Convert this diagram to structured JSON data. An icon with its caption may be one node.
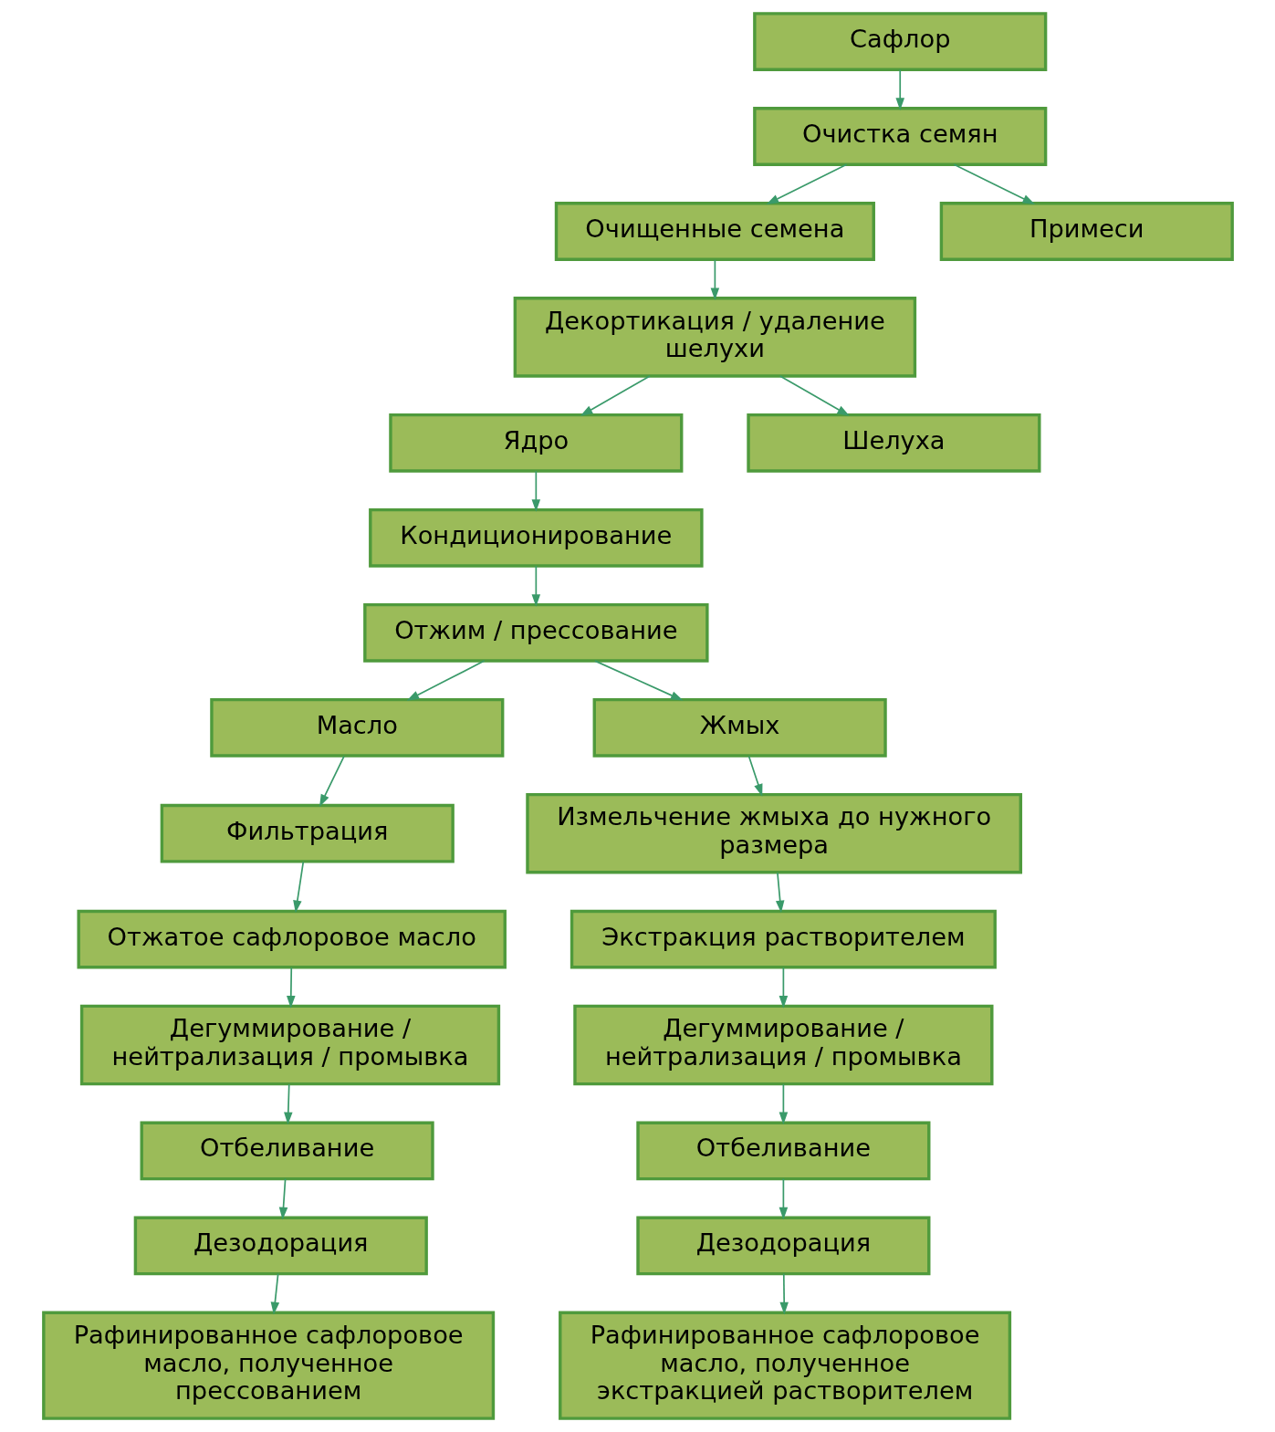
{
  "diagram": {
    "nodes": [
      {
        "text": [
          "Сафлор"
        ]
      },
      {
        "text": [
          "Очистка семян"
        ]
      },
      {
        "text": [
          "Очищенные семена"
        ]
      },
      {
        "text": [
          "Примеси"
        ]
      },
      {
        "text": [
          "Декортикация / удаление шелухи"
        ]
      },
      {
        "text": [
          "Ядро"
        ]
      },
      {
        "text": [
          "Шелуха"
        ]
      },
      {
        "text": [
          "Кондиционирование"
        ]
      },
      {
        "text": [
          "Отжим / прессование"
        ]
      },
      {
        "text": [
          "Масло"
        ]
      },
      {
        "text": [
          "Жмых"
        ]
      },
      {
        "text": [
          "Фильтрация"
        ]
      },
      {
        "text": [
          "Отжатое сафлоровое масло"
        ]
      },
      {
        "text": [
          "Дегуммирование / нейтрализация / промывка"
        ]
      },
      {
        "text": [
          "Отбеливание"
        ]
      },
      {
        "text": [
          "Дезодорация"
        ]
      },
      {
        "text": [
          "Рафинированное сафлоровое масло, полученное прессованием"
        ]
      },
      {
        "text": [
          "Измельчение жмыха до нужного размера"
        ]
      },
      {
        "text": [
          "Экстракция растворителем"
        ]
      },
      {
        "text": [
          "Дегуммирование / нейтрализация / промывка"
        ]
      },
      {
        "text": [
          "Отбеливание"
        ]
      },
      {
        "text": [
          "Дезодорация"
        ]
      },
      {
        "text": [
          "Рафинированное сафлоровое масло, полученное экстракцией растворителем"
        ]
      }
    ],
    "edges": [
      {
        "from": 0,
        "to": 1,
        "arrow": "to"
      },
      {
        "from": 1,
        "to": 2,
        "arrow": "to"
      },
      {
        "from": 1,
        "to": 3,
        "arrow": "to"
      },
      {
        "from": 2,
        "to": 4,
        "arrow": "to"
      },
      {
        "from": 4,
        "to": 5,
        "arrow": "to"
      },
      {
        "from": 4,
        "to": 6,
        "arrow": "to"
      },
      {
        "from": 5,
        "to": 7,
        "arrow": "to"
      },
      {
        "from": 7,
        "to": 8,
        "arrow": "to"
      },
      {
        "from": 8,
        "to": 9,
        "arrow": "to"
      },
      {
        "from": 8,
        "to": 10,
        "arrow": "to"
      },
      {
        "from": 9,
        "to": 11,
        "arrow": "to"
      },
      {
        "from": 11,
        "to": 12,
        "arrow": "to"
      },
      {
        "from": 12,
        "to": 13,
        "arrow": "to"
      },
      {
        "from": 13,
        "to": 14,
        "arrow": "to"
      },
      {
        "from": 14,
        "to": 15,
        "arrow": "to"
      },
      {
        "from": 15,
        "to": 16,
        "arrow": "to"
      },
      {
        "from": 10,
        "to": 17,
        "arrow": "to"
      },
      {
        "from": 17,
        "to": 18,
        "arrow": "to"
      },
      {
        "from": 18,
        "to": 19,
        "arrow": "to"
      },
      {
        "from": 19,
        "to": 20,
        "arrow": "to"
      },
      {
        "from": 20,
        "to": 21,
        "arrow": "to"
      },
      {
        "from": 21,
        "to": 22,
        "arrow": "to"
      }
    ]
  }
}
